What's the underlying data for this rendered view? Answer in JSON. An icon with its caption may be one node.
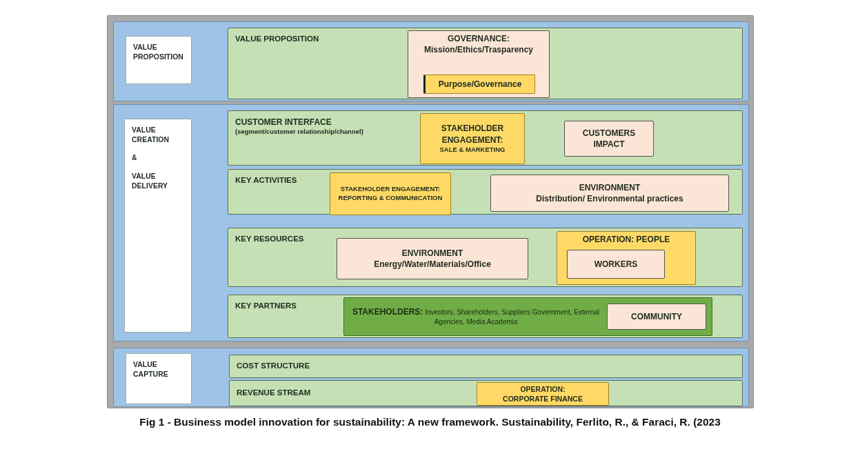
{
  "diagram": {
    "caption": "Fig 1 - Business model innovation for sustainability: A new framework. Sustainability, Ferlito, R., & Faraci, R. (2023",
    "nodes": [
      {
        "text": [],
        "shape": "box"
      },
      {
        "text": [],
        "shape": "box",
        "in": 0
      },
      {
        "text": [
          "VALUE PROPOSITION"
        ],
        "in": 1
      },
      {
        "text": [
          "VALUE PROPOSITION"
        ],
        "in": 1
      },
      {
        "text": [
          "GOVERNANCE: Mission/Ethics/Trasparency"
        ],
        "in": 3
      },
      {
        "text": [
          "Purpose/Governance"
        ],
        "in": 4
      },
      {
        "text": [],
        "shape": "box",
        "in": 0
      },
      {
        "text": [
          "VALUE CREATION",
          "&",
          "VALUE DELIVERY"
        ],
        "in": 6
      },
      {
        "text": [
          "CUSTOMER INTERFACE",
          "(segment/customer relationship/channel)"
        ],
        "in": 6
      },
      {
        "text": [
          "STAKEHOLDER ENGAGEMENT:",
          "SALE & MARKETING"
        ],
        "in": 8
      },
      {
        "text": [
          "CUSTOMERS IMPACT"
        ],
        "in": 8
      },
      {
        "text": [
          "KEY ACTIVITIES"
        ],
        "in": 6
      },
      {
        "text": [
          "STAKEHOLDER ENGAGEMENT: REPORTING & COMMUNICATION"
        ],
        "in": 11
      },
      {
        "text": [
          "ENVIRONMENT",
          "Distribution/ Environmental practices"
        ],
        "in": 11
      },
      {
        "text": [
          "KEY RESOURCES"
        ],
        "in": 6
      },
      {
        "text": [
          "ENVIRONMENT",
          "Energy/Water/Materials/Office"
        ],
        "in": 14
      },
      {
        "text": [
          "OPERATION: PEOPLE"
        ],
        "in": 14
      },
      {
        "text": [
          "WORKERS"
        ],
        "in": 16
      },
      {
        "text": [
          "KEY PARTNERS"
        ],
        "in": 6
      },
      {
        "text": [
          "**STAKEHOLDERS:** Investors, Shareholders, Suppliers Government, External Agencies, Media Academia"
        ],
        "in": 18
      },
      {
        "text": [
          "COMMUNITY"
        ],
        "in": 19
      },
      {
        "text": [],
        "shape": "box",
        "in": 0
      },
      {
        "text": [
          "VALUE CAPTURE"
        ],
        "in": 21
      },
      {
        "text": [
          "COST STRUCTURE"
        ],
        "in": 21
      },
      {
        "text": [
          "REVENUE STREAM"
        ],
        "in": 21
      },
      {
        "text": [
          "OPERATION: CORPORATE FINANCE"
        ],
        "in": 24
      }
    ]
  }
}
